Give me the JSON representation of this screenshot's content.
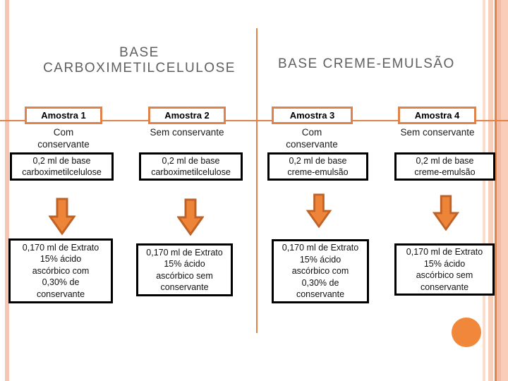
{
  "slide": {
    "section_headers": {
      "left": "BASE\nCARBOXIMETILCELULOSE",
      "right": "BASE CREME-EMULSÃO"
    },
    "columns": [
      {
        "sample": "Amostra 1",
        "condition": "Com\nconservante",
        "base": "0,2 ml de base\ncarboximetilcelulose",
        "extract": "0,170 ml de Extrato\n15% ácido\nascórbico com\n0,30% de\nconservante"
      },
      {
        "sample": "Amostra 2",
        "condition": "Sem conservante",
        "base": "0,2 ml de base\ncarboximetilcelulose",
        "extract": "0,170 ml de Extrato\n15% ácido\nascórbico sem\nconservante"
      },
      {
        "sample": "Amostra 3",
        "condition": "Com\nconservante",
        "base": "0,2 ml de base\ncreme-emulsão",
        "extract": "0,170 ml de Extrato\n15% ácido\nascórbico com\n0,30% de\nconservante"
      },
      {
        "sample": "Amostra 4",
        "condition": "Sem conservante",
        "base": "0,2 ml de base\ncreme-emulsão",
        "extract": "0,170 ml de Extrato\n15% ácido\nascórbico sem\nconservante"
      }
    ],
    "colors": {
      "accent_orange": "#E0834A",
      "arrow_fill": "#EE8438",
      "arrow_stroke": "#BE6228",
      "header_gray": "#5F5F5F",
      "stripe_peach": "#F5C6B2",
      "circle_orange": "#F0873B"
    }
  }
}
